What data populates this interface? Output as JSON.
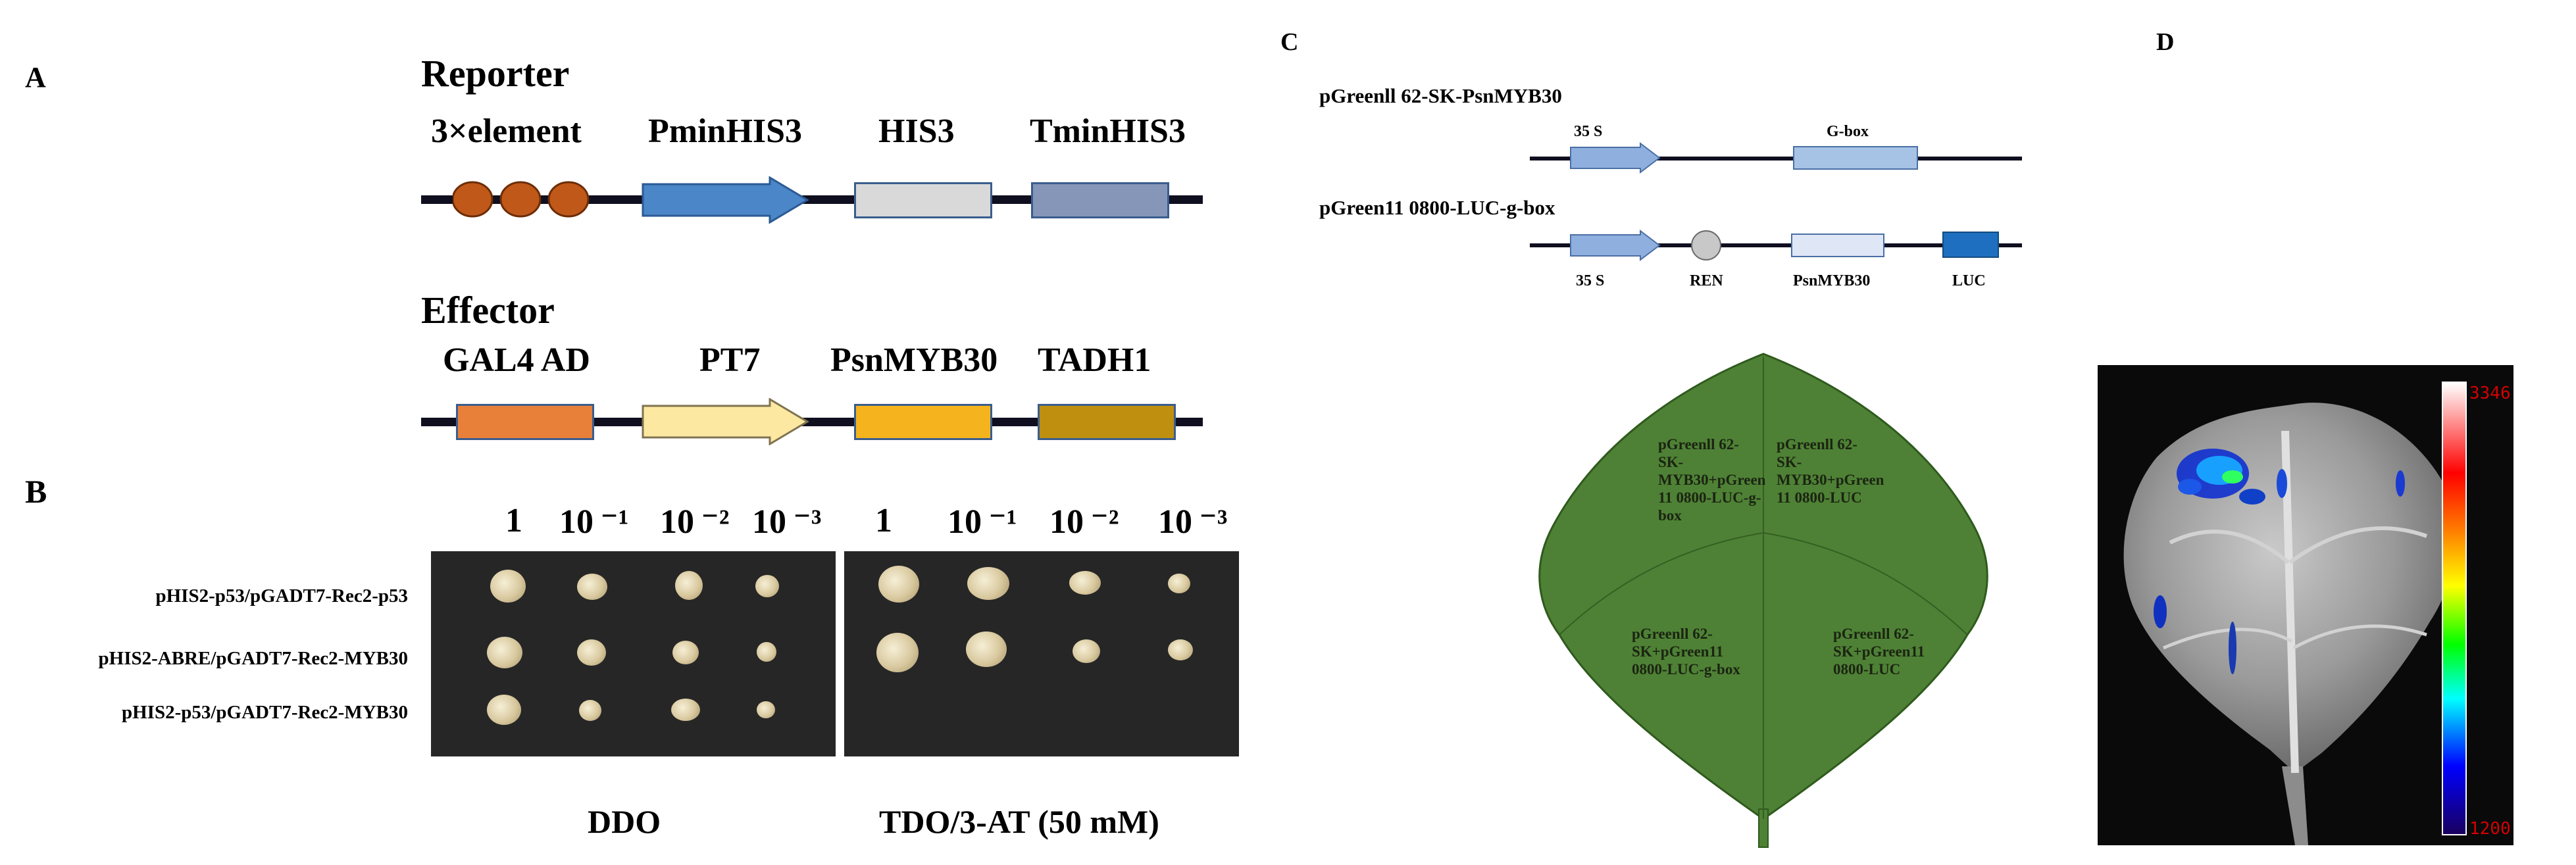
{
  "panelA": {
    "label": "A",
    "reporter": {
      "title": "Reporter",
      "elements": [
        "3×element",
        "PminHIS3",
        "HIS3",
        "TminHIS3"
      ]
    },
    "effector": {
      "title": "Effector",
      "elements": [
        "GAL4 AD",
        "PT7",
        "PsnMYB30",
        "TADH1"
      ]
    },
    "colors": {
      "circles": "#c0581a",
      "pmin": "#4a86c8",
      "his3": "#d9d9d9",
      "tmin": "#8596b8",
      "gal4": "#e8803a",
      "pt7": "#fde8a2",
      "psn": "#f5b41e",
      "tadh": "#bf8f10"
    }
  },
  "panelB": {
    "label": "B",
    "dilutions": [
      "1",
      "10 ⁻¹",
      "10 ⁻²",
      "10 ⁻³",
      "1",
      "10 ⁻¹",
      "10 ⁻²",
      "10 ⁻³"
    ],
    "rows": [
      "pHIS2-p53/pGADT7-Rec2-p53",
      "pHIS2-ABRE/pGADT7-Rec2-MYB30",
      "pHIS2-p53/pGADT7-Rec2-MYB30"
    ],
    "conditions": [
      "DDO",
      "TDO/3-AT (50 mM)"
    ],
    "growth_ddo": [
      [
        1,
        1,
        1,
        1
      ],
      [
        1,
        1,
        1,
        1
      ],
      [
        1,
        1,
        1,
        1
      ]
    ],
    "growth_tdo": [
      [
        1,
        1,
        1,
        1
      ],
      [
        1,
        1,
        1,
        1
      ],
      [
        0,
        0,
        0,
        0
      ]
    ]
  },
  "panelC": {
    "label": "C",
    "construct1": {
      "name": "pGreenll 62-SK-PsnMYB30",
      "promoter": "35 S",
      "gbox": "G-box"
    },
    "construct2": {
      "name": "pGreen11 0800-LUC-g-box",
      "promoter": "35 S",
      "ren": "REN",
      "gene": "PsnMYB30",
      "luc": "LUC"
    },
    "leaf": {
      "color": "#4e8135",
      "quadrants": [
        "pGreenll 62-SK-MYB30+pGreen 11 0800-LUC-g-box",
        "pGreenll 62-SK-MYB30+pGreen 11 0800-LUC",
        "pGreenll 62-SK+pGreen11 0800-LUC-g-box",
        "pGreenll 62-SK+pGreen11 0800-LUC"
      ]
    }
  },
  "panelD": {
    "label": "D",
    "scale_max": "3346",
    "scale_min": "1200"
  }
}
